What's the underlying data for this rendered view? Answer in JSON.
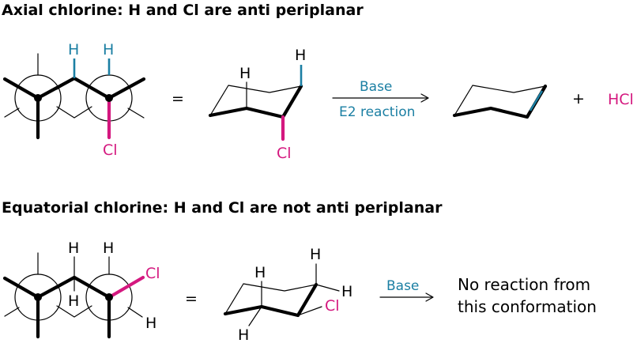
{
  "top": {
    "title": "Axial chlorine: H and Cl are anti periplanar",
    "newman_h1": "H",
    "newman_h2": "H",
    "newman_cl": "Cl",
    "equals": "=",
    "chair_h_axial": "H",
    "chair_h_inner": "H",
    "chair_cl": "Cl",
    "arrow_top": "Base",
    "arrow_bottom": "E2 reaction",
    "plus": "+",
    "byproduct": "HCl"
  },
  "bottom": {
    "title": "Equatorial chlorine: H and Cl are not anti periplanar",
    "newman_h1": "H",
    "newman_h2": "H",
    "newman_h3": "H",
    "newman_h4": "H",
    "newman_cl": "Cl",
    "equals": "=",
    "chair_h_top": "H",
    "chair_h_inner": "H",
    "chair_h_right": "H",
    "chair_h_bottom": "H",
    "chair_cl": "Cl",
    "arrow_top": "Base",
    "result_line1": "No reaction from",
    "result_line2": "this conformation"
  },
  "colors": {
    "teal": "#1b7fa3",
    "magenta": "#d4187f",
    "black": "#000000"
  }
}
